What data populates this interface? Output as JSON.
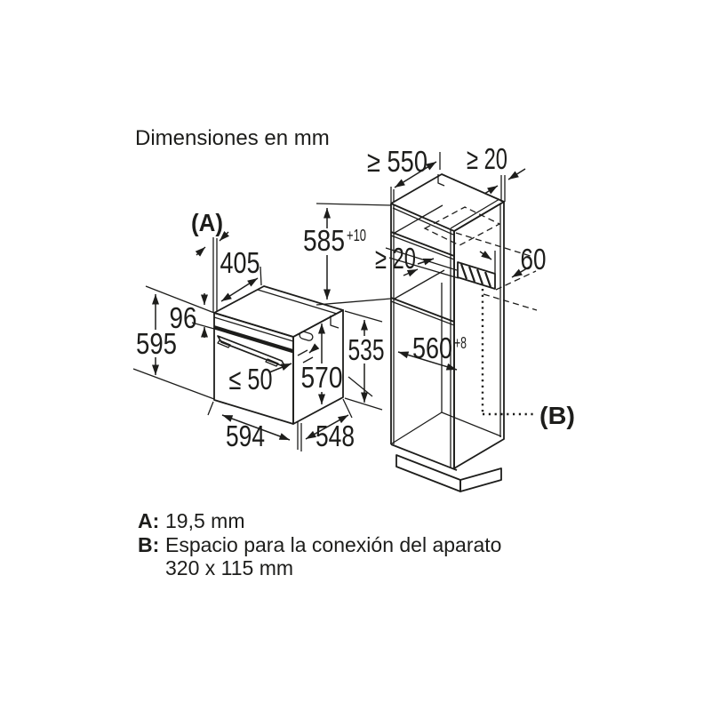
{
  "colors": {
    "ink": "#1d1d1b",
    "background": "#ffffff"
  },
  "title": "Dimensiones en mm",
  "oven": {
    "callout_a": "(A)",
    "dims": {
      "top_depth": "405",
      "panel_height": "96",
      "height": "595",
      "handle_clearance": "≤ 50",
      "depth_overall": "570",
      "rear_height": "535",
      "width": "594",
      "body_depth": "548"
    }
  },
  "cabinet": {
    "callout_b": "(B)",
    "dims": {
      "min_depth": "≥ 550",
      "top_rear_gap": "≥ 20",
      "niche_height": "585",
      "niche_height_tol": "+10",
      "shelf_rear_gap": "≥ 20",
      "vent_depth": "60",
      "niche_width": "560",
      "niche_width_tol": "+8"
    }
  },
  "legend": {
    "item_a": {
      "key": "A:",
      "value": "19,5 mm"
    },
    "item_b": {
      "key": "B:",
      "value": "Espacio para la conexión del aparato",
      "value_line2": "320 x 115 mm"
    }
  }
}
